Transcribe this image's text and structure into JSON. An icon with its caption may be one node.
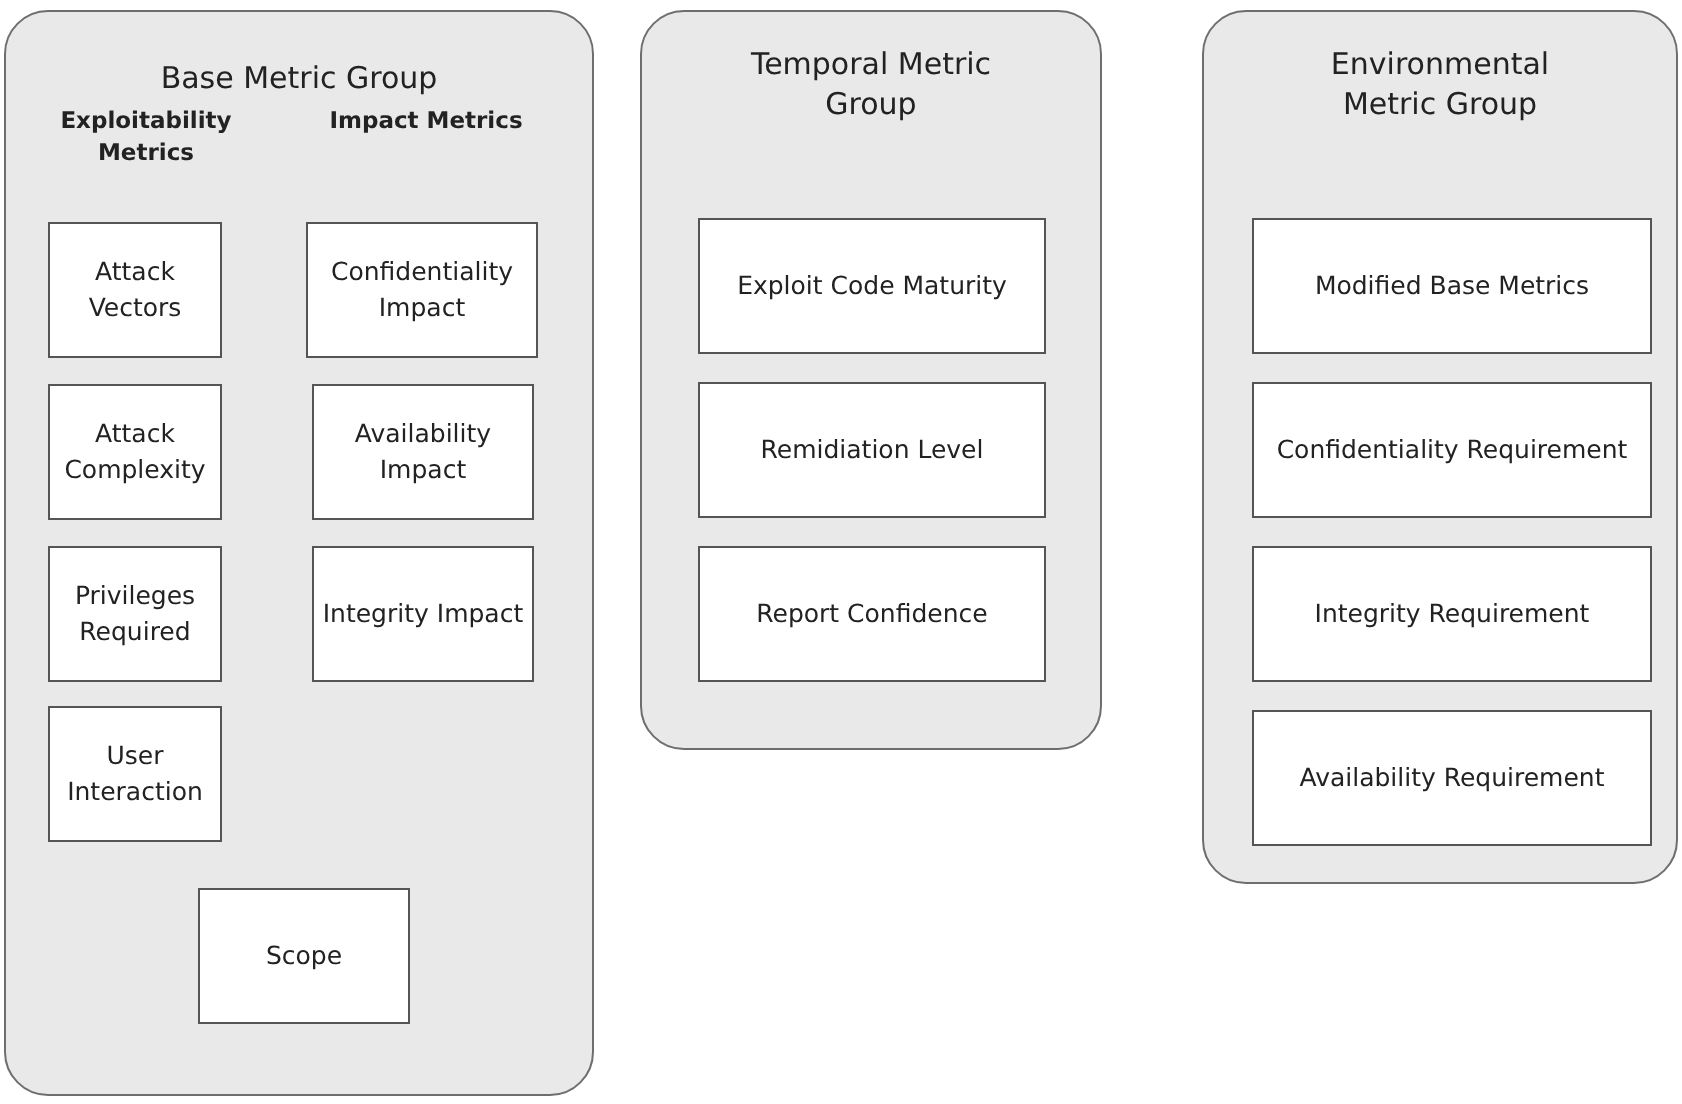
{
  "diagram": {
    "nodes": [
      {
        "text": [
          "Base Metric Group",
          "Exploitability Metrics",
          "Impact Metrics"
        ]
      },
      {
        "text": [
          "Attack Vectors"
        ],
        "in": 0
      },
      {
        "text": [
          "Confidentiality Impact"
        ],
        "in": 0
      },
      {
        "text": [
          "Attack Complexity"
        ],
        "in": 0
      },
      {
        "text": [
          "Availability Impact"
        ],
        "in": 0
      },
      {
        "text": [
          "Privileges Required"
        ],
        "in": 0
      },
      {
        "text": [
          "Integrity Impact"
        ],
        "in": 0
      },
      {
        "text": [
          "User Interaction"
        ],
        "in": 0
      },
      {
        "text": [
          "Scope"
        ],
        "in": 0
      },
      {
        "text": [
          "Temporal Metric Group"
        ]
      },
      {
        "text": [
          "Exploit Code Maturity"
        ],
        "in": 9
      },
      {
        "text": [
          "Remidiation Level"
        ],
        "in": 9
      },
      {
        "text": [
          "Report Confidence"
        ],
        "in": 9
      },
      {
        "text": [
          "Environmental Metric Group"
        ]
      },
      {
        "text": [
          "Modified Base Metrics"
        ],
        "in": 13
      },
      {
        "text": [
          "Confidentiality Requirement"
        ],
        "in": 13
      },
      {
        "text": [
          "Integrity Requirement"
        ],
        "in": 13
      },
      {
        "text": [
          "Availability Requirement"
        ],
        "in": 13
      }
    ]
  }
}
